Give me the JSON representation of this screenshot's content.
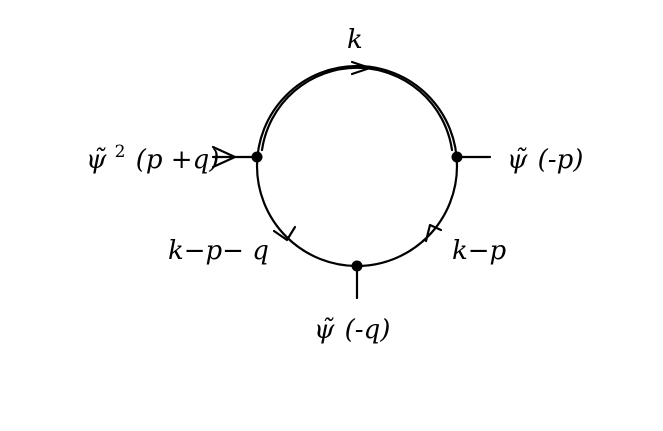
{
  "diagram": {
    "labels": {
      "top_momentum": "k",
      "left_field_symbol": "ψ̃",
      "left_field_power": "2",
      "left_field_arg": "(p +q)",
      "right_field_symbol": "ψ̃",
      "right_field_arg": "(-p)",
      "bottom_field_symbol": "ψ̃",
      "bottom_field_arg": "(-q)",
      "lower_left_momentum": "k−p− q",
      "lower_right_momentum": "k−p"
    },
    "colors": {
      "ink": "#000000",
      "background": "#ffffff"
    }
  }
}
